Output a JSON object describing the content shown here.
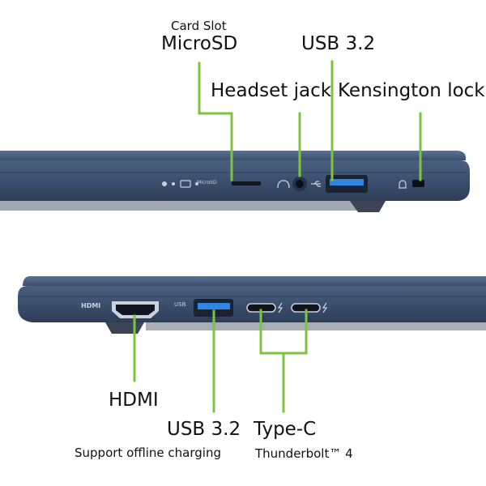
{
  "colors": {
    "leader": "#7cc43f",
    "chassis": "#3a4d6b",
    "chassis_light": "#5a6f91",
    "chassis_dark": "#2b3a52",
    "port_usb_blue": "#2f86e0",
    "background": "#ffffff"
  },
  "right_side": {
    "card_slot_caption": "Card Slot",
    "microsd_label": "MicroSD",
    "usb_label": "USB 3.2",
    "headset_label": "Headset jack",
    "kensington_label": "Kensington lock",
    "microsd_engraving": "MicroSD"
  },
  "left_side": {
    "hdmi_label": "HDMI",
    "usb_label": "USB 3.2",
    "usb_caption": "Support offline charging",
    "typec_label": "Type-C",
    "typec_caption": "Thunderbolt™ 4",
    "hdmi_engraving": "HDMI",
    "usb_engraving": "USB"
  }
}
